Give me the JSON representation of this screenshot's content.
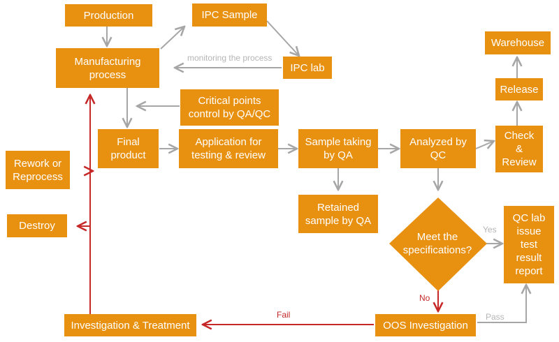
{
  "nodes": {
    "production": "Production",
    "ipc_sample": "IPC Sample",
    "manufacturing": "Manufacturing\nprocess",
    "ipc_lab": "IPC lab",
    "critical_points": "Critical points\ncontrol by QA/QC",
    "final_product": "Final\nproduct",
    "application": "Application for\ntesting & review",
    "sample_taking": "Sample taking\nby QA",
    "analyzed": "Analyzed by\nQC",
    "check_review": "Check\n&\nReview",
    "release": "Release",
    "warehouse": "Warehouse",
    "rework": "Rework or\nReprocess",
    "destroy": "Destroy",
    "retained": "Retained\nsample by QA",
    "meet_specs": "Meet the\nspecifications?",
    "qc_lab_report": "QC lab\nissue\ntest\nresult\nreport",
    "investigation": "Investigation & Treatment",
    "oos": "OOS Investigation"
  },
  "edge_labels": {
    "monitoring": "monitoring the process",
    "yes": "Yes",
    "no": "No",
    "fail": "Fail",
    "pass": "Pass"
  },
  "colors": {
    "node_fill": "#e8900f",
    "arrow_grey": "#a6a6a6",
    "arrow_red": "#c62828",
    "label_grey": "#b5b5b5"
  }
}
